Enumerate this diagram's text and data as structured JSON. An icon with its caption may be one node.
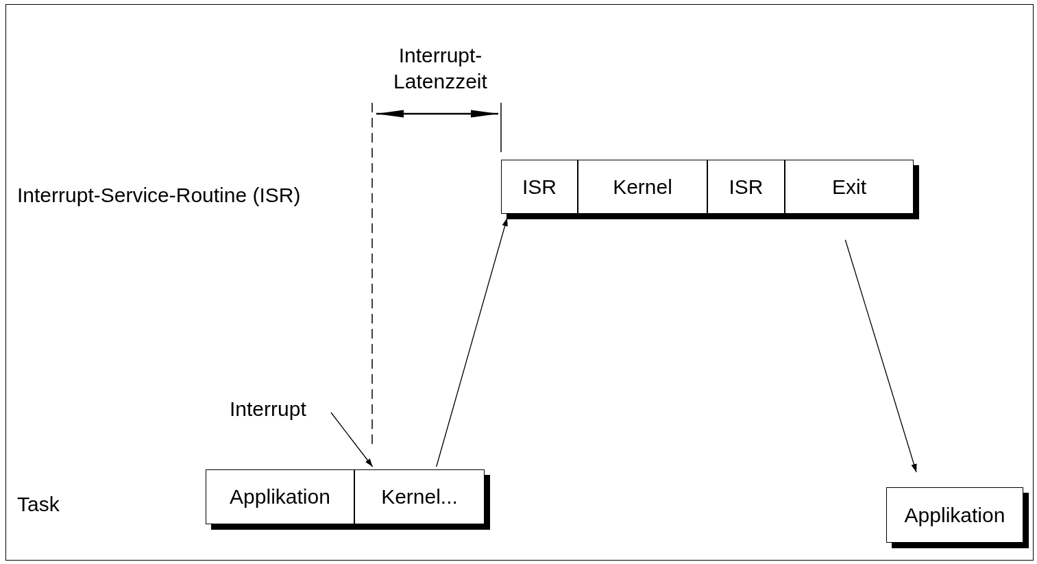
{
  "diagram": {
    "nodes": [
      {
        "text": [
          "Applikation"
        ]
      },
      {
        "text": [
          "Kernel..."
        ]
      },
      {
        "text": [
          "ISR"
        ]
      },
      {
        "text": [
          "Kernel"
        ]
      },
      {
        "text": [
          "ISR"
        ]
      },
      {
        "text": [
          "Exit"
        ]
      },
      {
        "text": [
          "Applikation"
        ]
      },
      {
        "text": [
          "Interrupt"
        ]
      }
    ],
    "edges": [
      {
        "from": 7,
        "to": 1,
        "arrow": "to"
      },
      {
        "from": 1,
        "to": 2,
        "arrow": "to"
      },
      {
        "from": 5,
        "to": 6,
        "arrow": "to"
      }
    ],
    "labels": [
      "Interrupt- Latenzzeit",
      "Interrupt-Service-Routine (ISR)",
      "Task"
    ]
  }
}
